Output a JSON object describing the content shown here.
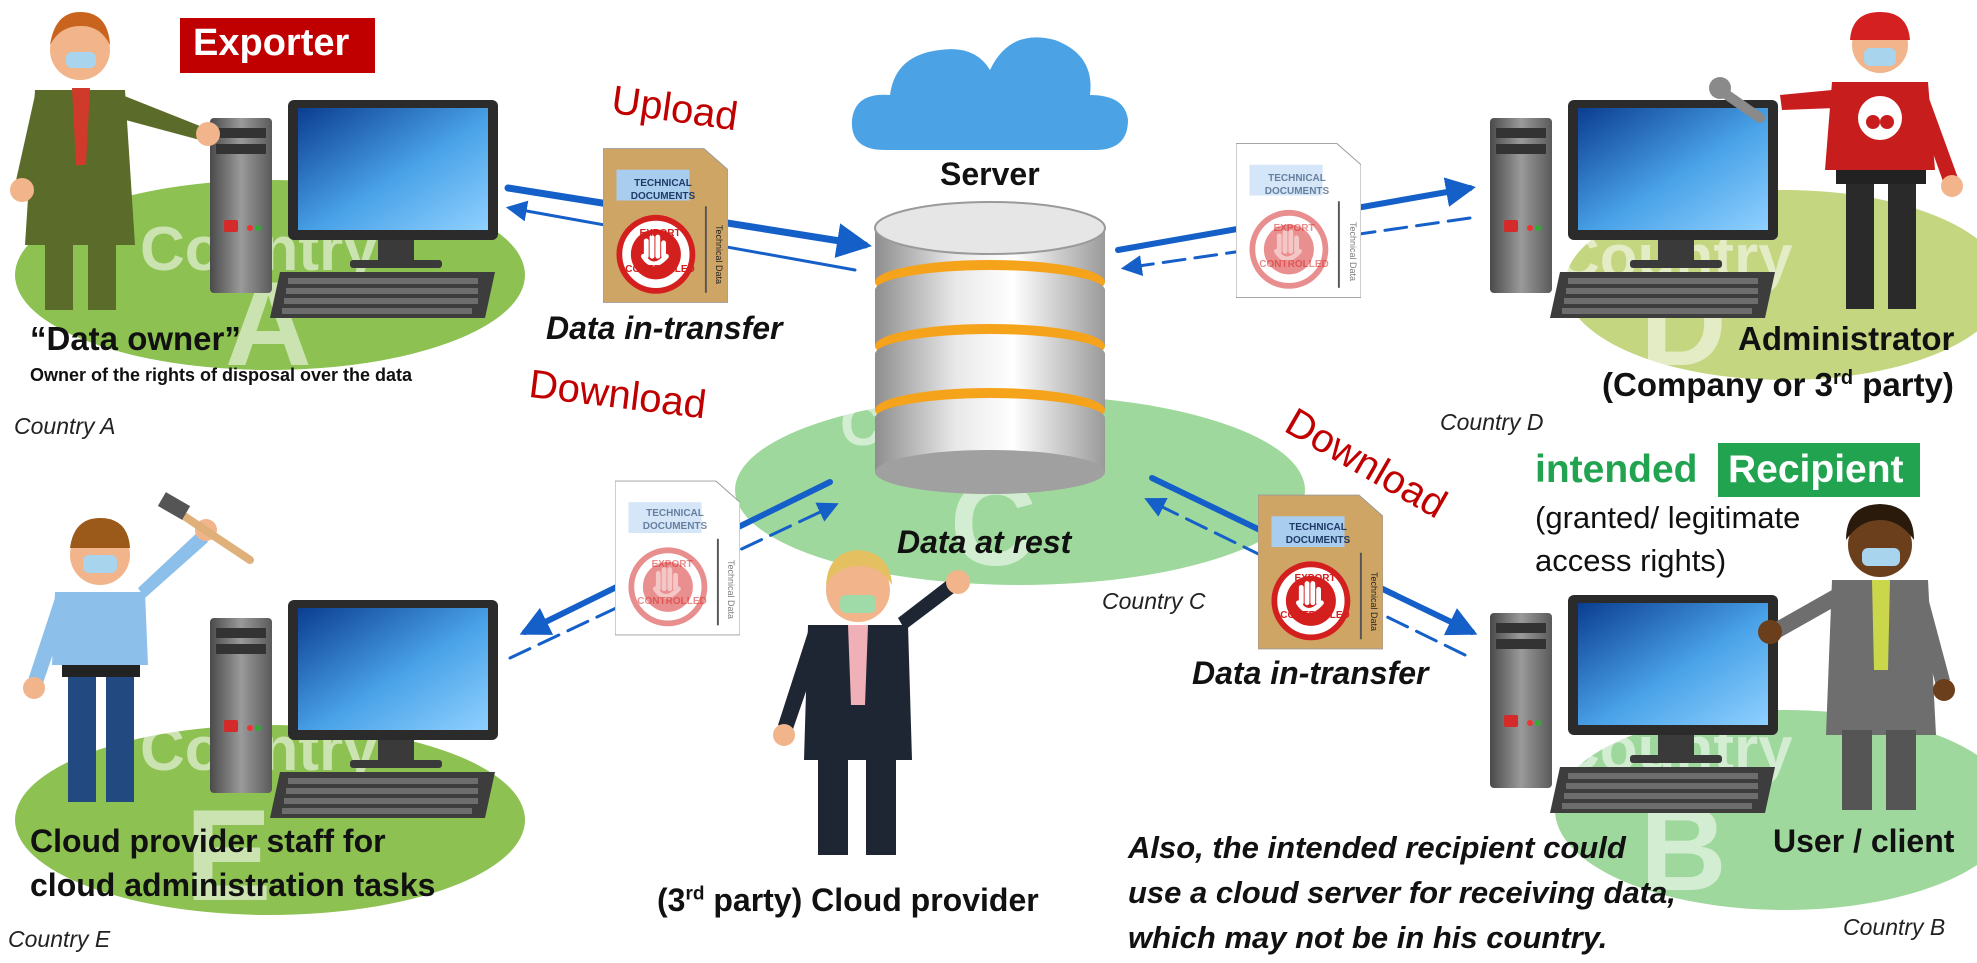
{
  "labels": {
    "exporter": "Exporter",
    "upload": "Upload",
    "download_left": "Download",
    "download_right": "Download",
    "server": "Server",
    "data_in_transfer_top": "Data in-transfer",
    "data_in_transfer_bottom": "Data in-transfer",
    "data_at_rest": "Data at rest",
    "data_owner": "“Data owner”",
    "data_owner_desc": "Owner of the rights of disposal over the data",
    "administrator": "Administrator",
    "administrator_sub_pre": "(Company or 3",
    "administrator_sub_sup": "rd",
    "administrator_sub_post": " party)",
    "intended": "intended",
    "recipient": "Recipient",
    "recipient_desc_1": "(granted/ legitimate",
    "recipient_desc_2": "access rights)",
    "cloud_staff_1": "Cloud provider staff for",
    "cloud_staff_2": "cloud administration tasks",
    "cloud_provider_pre": "(3",
    "cloud_provider_sup": "rd",
    "cloud_provider_post": " party) Cloud provider",
    "user_client": "User / client",
    "note_1": "Also, the intended recipient could",
    "note_2": "use a cloud server for receiving data,",
    "note_3": "which may not be in his country.",
    "country_a": "Country A",
    "country_b": "Country B",
    "country_c": "Country C",
    "country_d": "Country D",
    "country_e": "Country E",
    "region_watermark": "Country",
    "region_letter_a": "A",
    "region_letter_b": "B",
    "region_letter_c": "C",
    "region_letter_d": "D",
    "region_letter_e": "E"
  },
  "document": {
    "line1": "TECHNICAL",
    "line2": "DOCUMENTS",
    "stamp_top": "EXPORT",
    "stamp_bottom": "CONTROLLED",
    "side_label": "Technical Data"
  },
  "colors": {
    "accent_red": "#c00000",
    "accent_green": "#21a350",
    "arrow_blue": "#1560c8",
    "cloud_blue": "#4ba3e6",
    "region_green": "#8dc152",
    "region_mint": "#9fd89c",
    "region_olive": "#c4d680",
    "server_orange": "#f5a31a",
    "folder_kraft": "#cfa565"
  },
  "icons": [
    "cloud-icon",
    "database-server-icon",
    "desktop-computer-icon",
    "document-folder-icon",
    "person-icon",
    "wrench-icon",
    "hammer-icon"
  ]
}
